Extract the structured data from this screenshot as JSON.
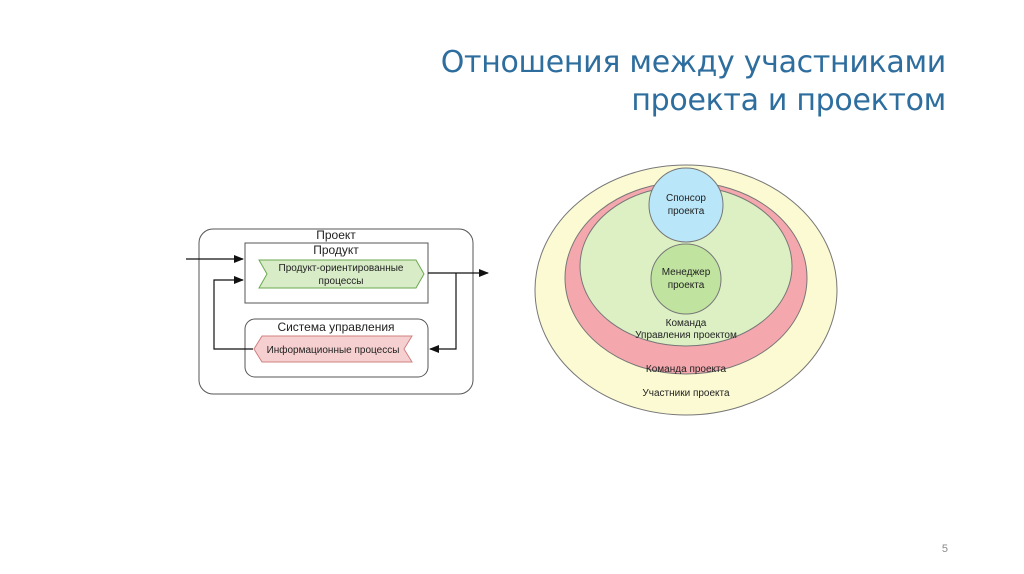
{
  "slide": {
    "title_line1": "Отношения между участниками",
    "title_line2": "проекта и проектом",
    "page_number": "5"
  },
  "left_diagram": {
    "project_label": "Проект",
    "product_label": "Продукт",
    "product_process_line1": "Продукт-ориентированные",
    "product_process_line2": "процессы",
    "management_label": "Система управления",
    "info_process_label": "Информационные процессы"
  },
  "right_diagram": {
    "sponsor_line1": "Спонсор",
    "sponsor_line2": "проекта",
    "manager_line1": "Менеджер",
    "manager_line2": "проекта",
    "mgmt_team_line1": "Команда",
    "mgmt_team_line2": "Управления проектом",
    "project_team_label": "Команда проекта",
    "participants_label": "Участники проекта"
  },
  "colors": {
    "title": "#2e6e9e",
    "product_arrow": "#d8ecc8",
    "info_arrow": "#f6d0d0",
    "outer_ellipse": "#fcfad2",
    "team_ellipse": "#f4a8ae",
    "mgmt_ellipse": "#dcf0c4",
    "sponsor_circle": "#b9e6f8",
    "manager_circle": "#c0e4a0"
  }
}
